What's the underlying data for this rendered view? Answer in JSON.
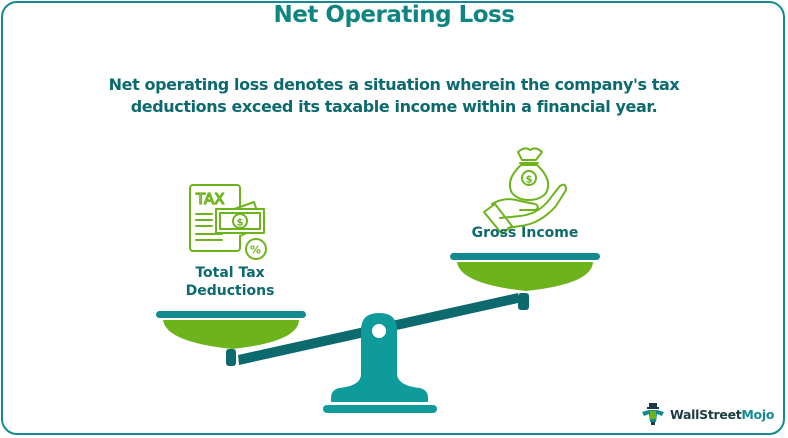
{
  "title": "Net Operating Loss",
  "description": "Net operating loss denotes a situation wherein the company's tax deductions exceed its taxable income within a financial year.",
  "left_pan": {
    "label": "Total Tax Deductions",
    "icon": "tax-document-cash-percent-icon",
    "icon_text": "TAX"
  },
  "right_pan": {
    "label": "Gross Income",
    "icon": "hand-money-bag-icon"
  },
  "scale": {
    "state": "tilted-left-down",
    "icon": "balance-scale-icon"
  },
  "brand": {
    "name_part1": "WallStreet",
    "name_part2": "Mojo"
  },
  "colors": {
    "teal_dark": "#0c6a6f",
    "teal": "#138a8f",
    "teal_light": "#0f9b9a",
    "green": "#6db31c",
    "border": "#138a8f"
  }
}
